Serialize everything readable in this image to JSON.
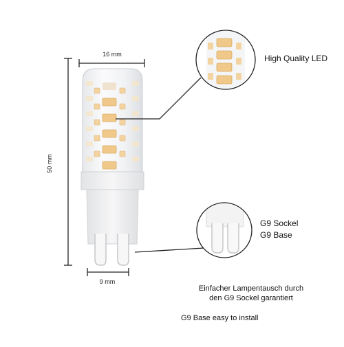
{
  "dimensions": {
    "width_top": "16 mm",
    "height": "50 mm",
    "width_base": "9 mm"
  },
  "callouts": {
    "led_label": "High Quality LED",
    "base_label_de": "G9 Sockel",
    "base_label_en": "G9 Base"
  },
  "footer": {
    "line1": "Einfacher Lampentausch durch",
    "line2": "den G9 Sockel garantiert",
    "line3": "G9 Base easy to install"
  },
  "colors": {
    "led_chip": "#f0c98a",
    "body": "#f2f3f5",
    "outline": "#222222"
  }
}
